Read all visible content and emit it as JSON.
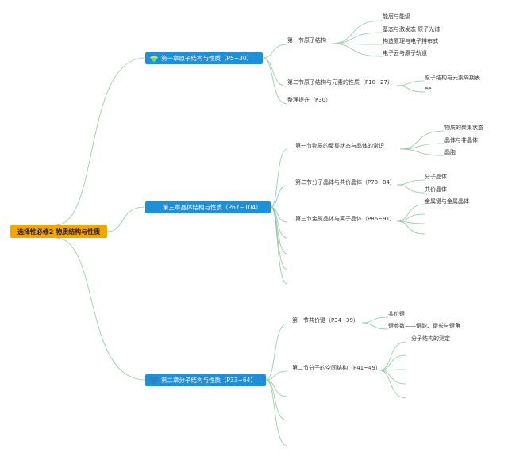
{
  "root": {
    "label": "选择性必修2 物质结构与性质"
  },
  "chapters": [
    {
      "label": "第一章原子结构与性质（P5~30）",
      "icon": "diamond-icon",
      "sections": [
        {
          "label": "第一节原子结构",
          "items": [
            "能层与能级",
            "基态与激发态 原子光谱",
            "构造原理与电子排布式",
            "电子云与原子轨道"
          ]
        },
        {
          "label": "第二节原子结构与元素的性质（P18~27）",
          "items": [
            "原子结构与元素周期表",
            "ee"
          ]
        },
        {
          "label": "整理提升（P30）",
          "items": []
        }
      ]
    },
    {
      "label": "第三章晶体结构与性质（P67~104）",
      "icon": "",
      "sections": [
        {
          "label": "第一节物质的聚集状态与晶体的常识",
          "items": [
            "物质的聚集状态",
            "晶体与非晶体",
            "晶胞"
          ]
        },
        {
          "label": "第二节分子晶体与共价晶体（P78~84）",
          "items": [
            "分子晶体",
            "共价晶体"
          ]
        },
        {
          "label": "第三节金属晶体与离子晶体（P86~91）",
          "items": [
            "金属键与金属晶体"
          ]
        }
      ]
    },
    {
      "label": "第二章分子结构与性质（P33~64）",
      "icon": "heart-icon",
      "sections": [
        {
          "label": "第一节共价键（P34~39）",
          "items": [
            "共价键",
            "键参数——键能、键长与键角"
          ]
        },
        {
          "label": "第二节分子的空间结构（P41~49）",
          "items": [
            "分子结构的测定"
          ]
        }
      ]
    }
  ],
  "colors": {
    "root": "#f5a500",
    "chapter": "#1e90d8",
    "connector": "#8fc9a3",
    "text": "#333333"
  }
}
